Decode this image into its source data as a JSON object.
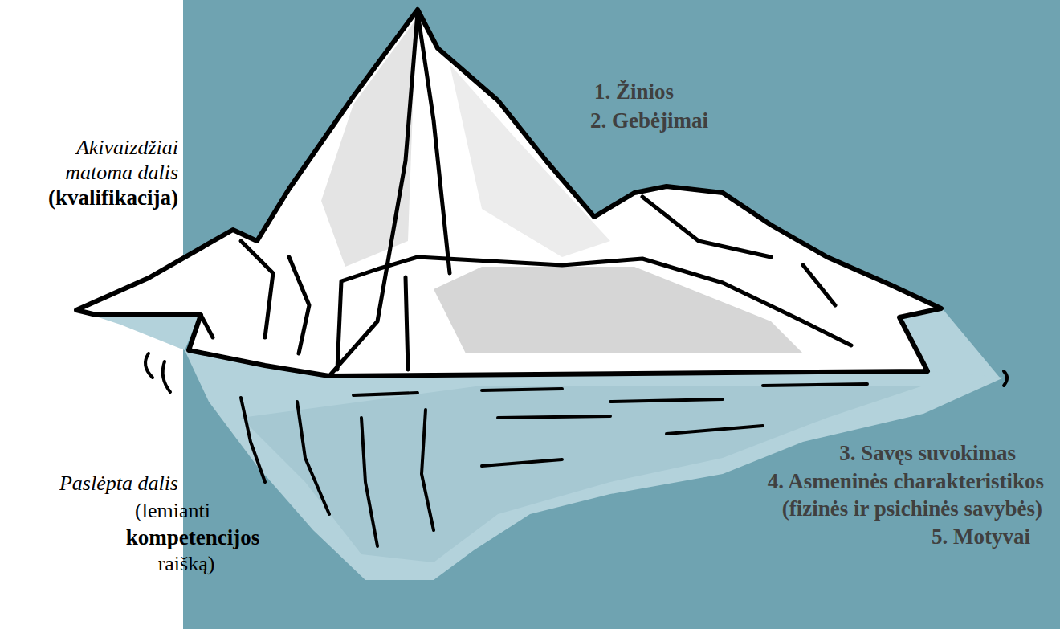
{
  "diagram": {
    "labels": [
      "1. Žinios",
      "2. Gebėjimai",
      "Akivaizdžiai matoma dalis",
      "(kvalifikacija)",
      "3. Savęs suvokimas",
      "4. Asmeninės charakteristikos",
      "(fizinės ir psichinės savybės)",
      "5. Motyvai",
      "Paslėpta dalis",
      "(lemianti",
      "kompetencijos",
      "raišką)"
    ]
  }
}
